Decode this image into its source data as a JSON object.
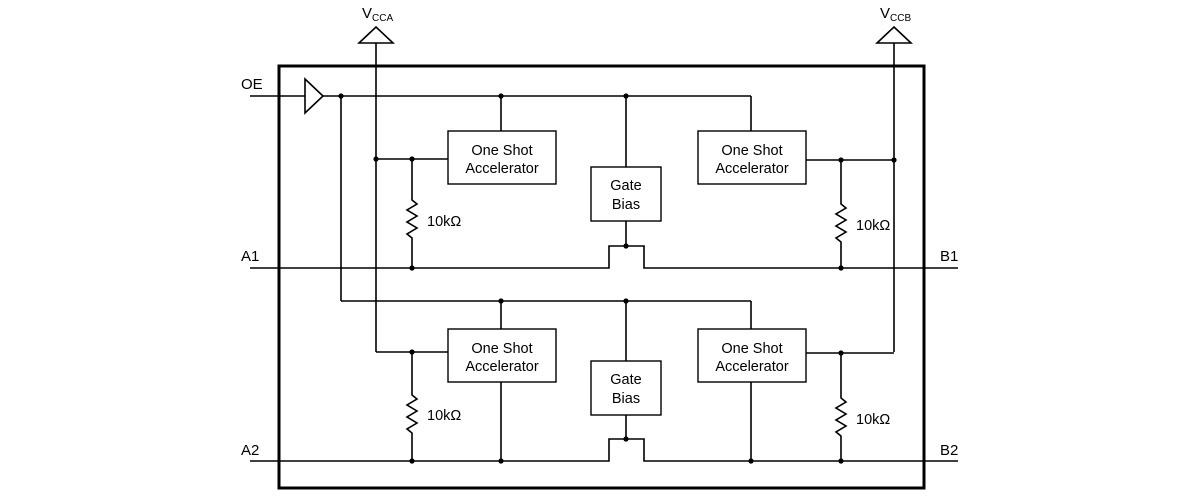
{
  "supplies": {
    "vcca": {
      "main": "V",
      "sub": "CCA"
    },
    "vccb": {
      "main": "V",
      "sub": "CCB"
    }
  },
  "pins": {
    "oe": "OE",
    "a1": "A1",
    "b1": "B1",
    "a2": "A2",
    "b2": "B2"
  },
  "channels": [
    {
      "osa_a": {
        "line1": "One Shot",
        "line2": "Accelerator"
      },
      "osa_b": {
        "line1": "One Shot",
        "line2": "Accelerator"
      },
      "gate_bias": {
        "line1": "Gate",
        "line2": "Bias"
      },
      "res_a": "10kΩ",
      "res_b": "10kΩ"
    },
    {
      "osa_a": {
        "line1": "One Shot",
        "line2": "Accelerator"
      },
      "osa_b": {
        "line1": "One Shot",
        "line2": "Accelerator"
      },
      "gate_bias": {
        "line1": "Gate",
        "line2": "Bias"
      },
      "res_a": "10kΩ",
      "res_b": "10kΩ"
    }
  ]
}
